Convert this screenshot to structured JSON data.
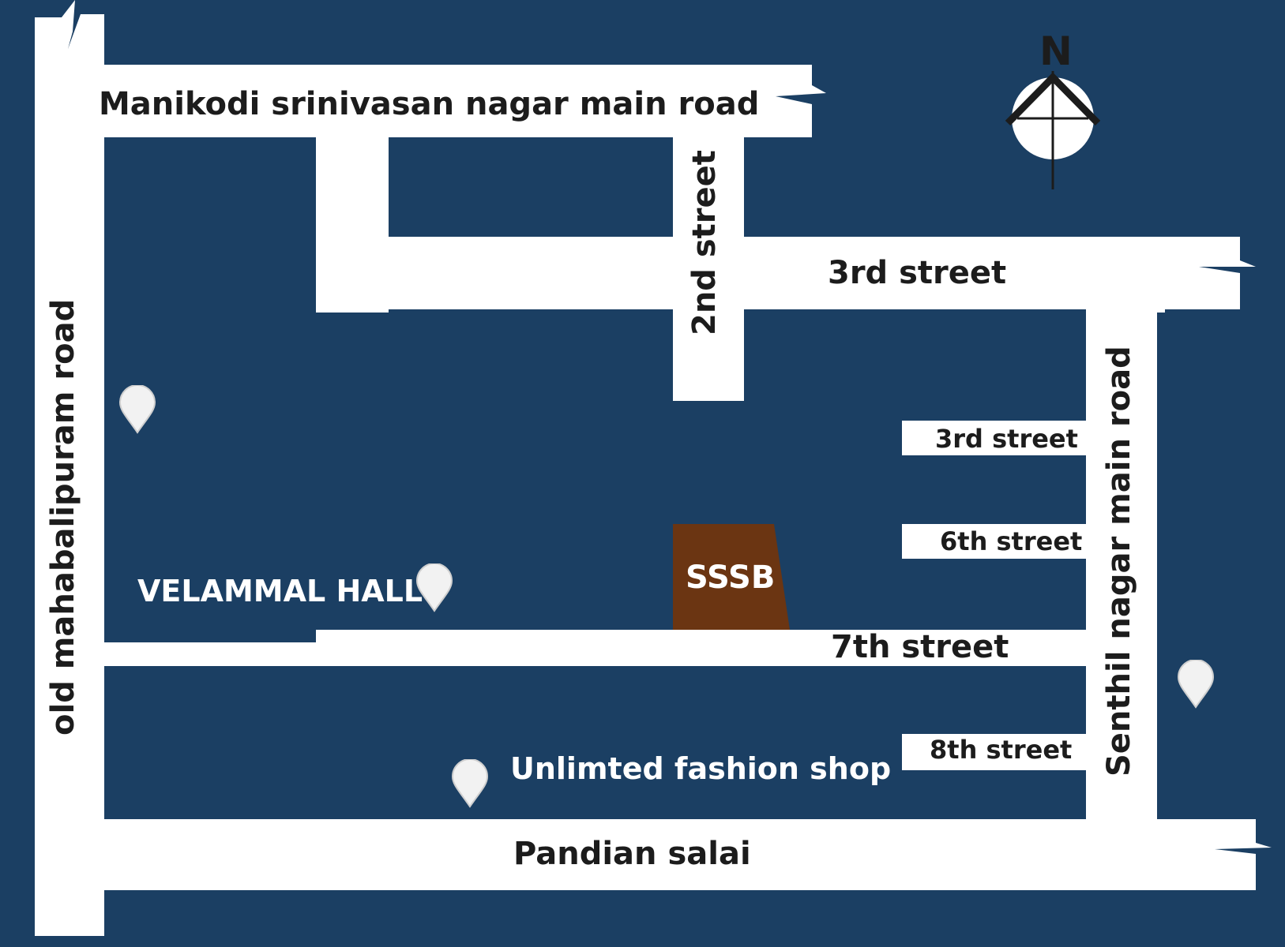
{
  "roads": {
    "manikodi": "Manikodi srinivasan nagar main road",
    "second_street": "2nd street",
    "third_street_main": "3rd street",
    "old_mahabalipuram": "old mahabalipuram road",
    "senthil_nagar": "Senthil nagar main road",
    "third_street_small": "3rd street",
    "sixth_street": "6th street",
    "seventh_street": "7th street",
    "eighth_street": "8th street",
    "pandian_salai": "Pandian salai"
  },
  "landmarks": {
    "velammal_hall": "VELAMMAL HALL",
    "unlimited_fashion": "Unlimted fashion shop",
    "sssb": "SSSB"
  },
  "compass": {
    "north": "N"
  },
  "colors": {
    "background": "#1b3f63",
    "road": "#ffffff",
    "site": "#6b3512"
  }
}
